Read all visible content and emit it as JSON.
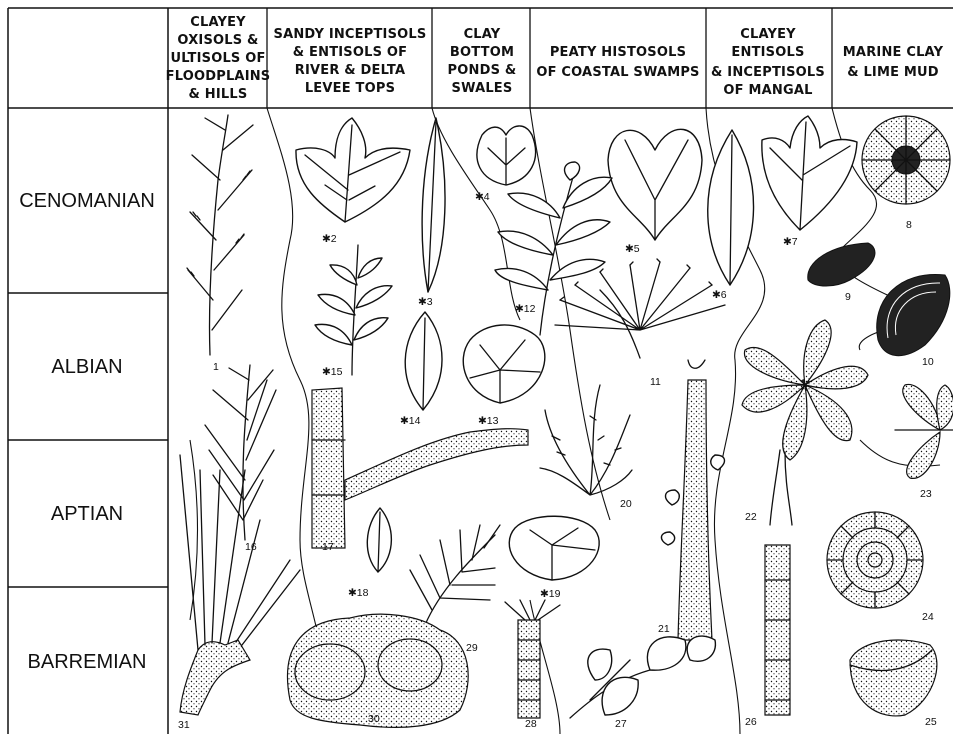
{
  "columns": [
    {
      "lines": [
        "CLAYEY",
        "OXISOLS &",
        "ULTISOLS OF",
        "FLOODPLAINS",
        "& HILLS"
      ]
    },
    {
      "lines": [
        "SANDY INCEPTISOLS",
        "& ENTISOLS OF",
        "RIVER & DELTA",
        "LEVEE TOPS"
      ]
    },
    {
      "lines": [
        "CLAY",
        "BOTTOM",
        "PONDS &",
        "SWALES"
      ]
    },
    {
      "lines": [
        "PEATY HISTOSOLS",
        "OF COASTAL SWAMPS"
      ]
    },
    {
      "lines": [
        "CLAYEY",
        "ENTISOLS",
        "& INCEPTISOLS",
        "OF MANGAL"
      ]
    },
    {
      "lines": [
        "MARINE CLAY",
        "& LIME MUD"
      ]
    }
  ],
  "stages": [
    "CENOMANIAN",
    "ALBIAN",
    "APTIAN",
    "BARREMIAN"
  ],
  "specimens": [
    {
      "label": "1"
    },
    {
      "label": "✱2"
    },
    {
      "label": "✱3"
    },
    {
      "label": "✱4"
    },
    {
      "label": "✱5"
    },
    {
      "label": "✱6"
    },
    {
      "label": "✱7"
    },
    {
      "label": "8"
    },
    {
      "label": "9"
    },
    {
      "label": "10"
    },
    {
      "label": "11"
    },
    {
      "label": "✱12"
    },
    {
      "label": "✱13"
    },
    {
      "label": "✱14"
    },
    {
      "label": "✱15"
    },
    {
      "label": "16"
    },
    {
      "label": "17"
    },
    {
      "label": "✱18"
    },
    {
      "label": "✱19"
    },
    {
      "label": "20"
    },
    {
      "label": "21"
    },
    {
      "label": "22"
    },
    {
      "label": "23"
    },
    {
      "label": "24"
    },
    {
      "label": "25"
    },
    {
      "label": "26"
    },
    {
      "label": "27"
    },
    {
      "label": "28"
    },
    {
      "label": "29"
    },
    {
      "label": "30"
    },
    {
      "label": "31"
    }
  ]
}
